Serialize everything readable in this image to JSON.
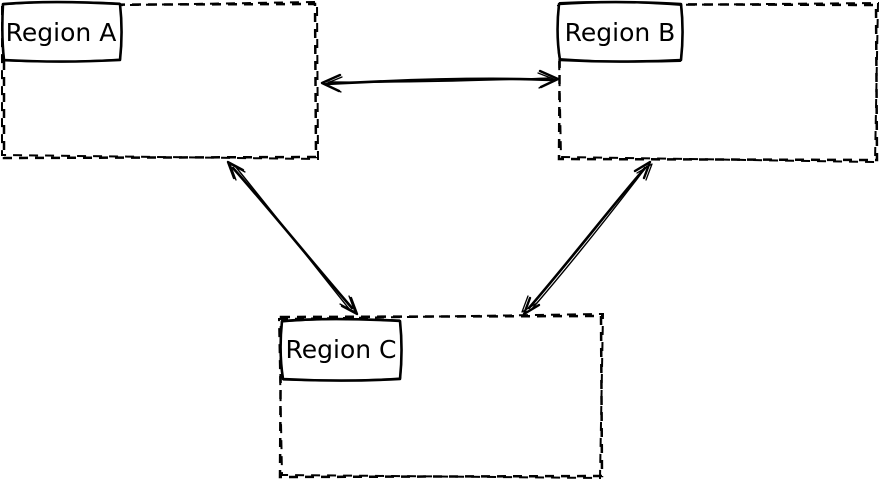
{
  "diagram": {
    "background_color": "#ffffff",
    "stroke_color": "#000000",
    "style": "hand-drawn sketch, dashed region boundaries, bidirectional arrows",
    "nodes": [
      {
        "id": "region-a",
        "label": "Region A",
        "position": "top-left"
      },
      {
        "id": "region-b",
        "label": "Region B",
        "position": "top-right"
      },
      {
        "id": "region-c",
        "label": "Region C",
        "position": "bottom-center"
      }
    ],
    "edges": [
      {
        "from": "Region A",
        "to": "Region B",
        "direction": "bidirectional"
      },
      {
        "from": "Region A",
        "to": "Region C",
        "direction": "bidirectional"
      },
      {
        "from": "Region B",
        "to": "Region C",
        "direction": "bidirectional"
      }
    ]
  }
}
